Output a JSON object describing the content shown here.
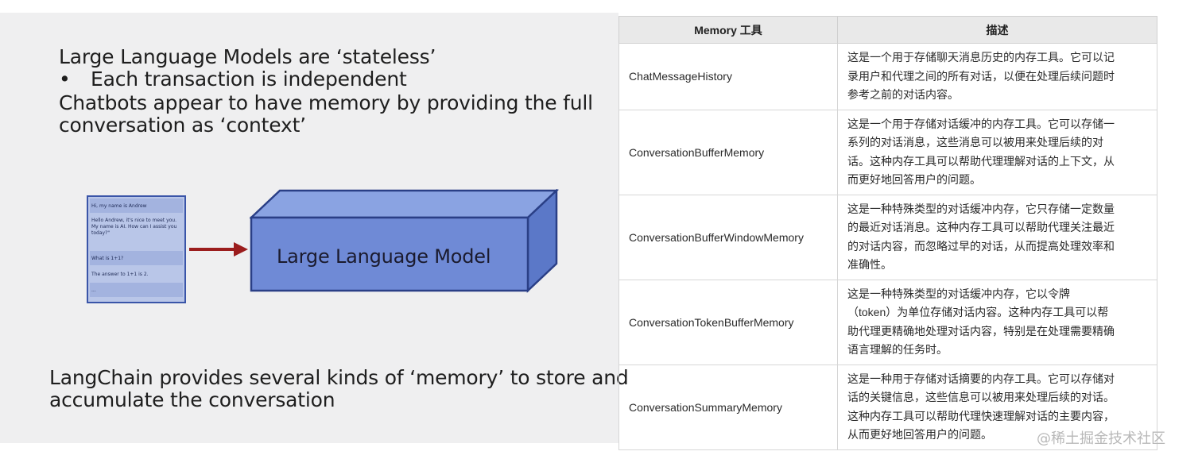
{
  "slide": {
    "line1": "Large Language Models are ‘stateless’",
    "bullet": "•",
    "line2": "Each transaction is independent",
    "line3": "Chatbots appear to have memory by providing the full",
    "line4": "conversation as ‘context’",
    "chat": {
      "msg1": "Hi, my name is Andrew",
      "msg2": "Hello Andrew, it's nice to meet you. My name is AI. How can I assist you today?\"",
      "msg3": "What is 1+1?",
      "msg4": "The answer to 1+1 is 2.",
      "msg5": "..."
    },
    "llm_label": "Large Language Model",
    "footer1": "LangChain provides several kinds of ‘memory’ to store and",
    "footer2": "accumulate the conversation"
  },
  "table": {
    "headers": [
      "Memory 工具",
      "描述"
    ],
    "rows": [
      {
        "tool": "ChatMessageHistory",
        "desc": [
          "这是一个用于存储聊天消息历史的内存工具。它可以记",
          "录用户和代理之间的所有对话，以便在处理后续问题时",
          "参考之前的对话内容。"
        ]
      },
      {
        "tool": "ConversationBufferMemory",
        "desc": [
          "这是一个用于存储对话缓冲的内存工具。它可以存储一",
          "系列的对话消息，这些消息可以被用来处理后续的对",
          "话。这种内存工具可以帮助代理理解对话的上下文，从",
          "而更好地回答用户的问题。"
        ]
      },
      {
        "tool": "ConversationBufferWindowMemory",
        "desc": [
          "这是一种特殊类型的对话缓冲内存，它只存储一定数量",
          "的最近对话消息。这种内存工具可以帮助代理关注最近",
          "的对话内容，而忽略过早的对话，从而提高处理效率和",
          "准确性。"
        ]
      },
      {
        "tool": "ConversationTokenBufferMemory",
        "desc": [
          "这是一种特殊类型的对话缓冲内存，它以令牌",
          "（token）为单位存储对话内容。这种内存工具可以帮",
          "助代理更精确地处理对话内容，特别是在处理需要精确",
          "语言理解的任务时。"
        ]
      },
      {
        "tool": "ConversationSummaryMemory",
        "desc": [
          "这是一种用于存储对话摘要的内存工具。它可以存储对",
          "话的关键信息，这些信息可以被用来处理后续的对话。",
          "这种内存工具可以帮助代理快速理解对话的主要内容，",
          "从而更好地回答用户的问题。"
        ]
      }
    ]
  },
  "watermark": "@稀土掘金技术社区"
}
